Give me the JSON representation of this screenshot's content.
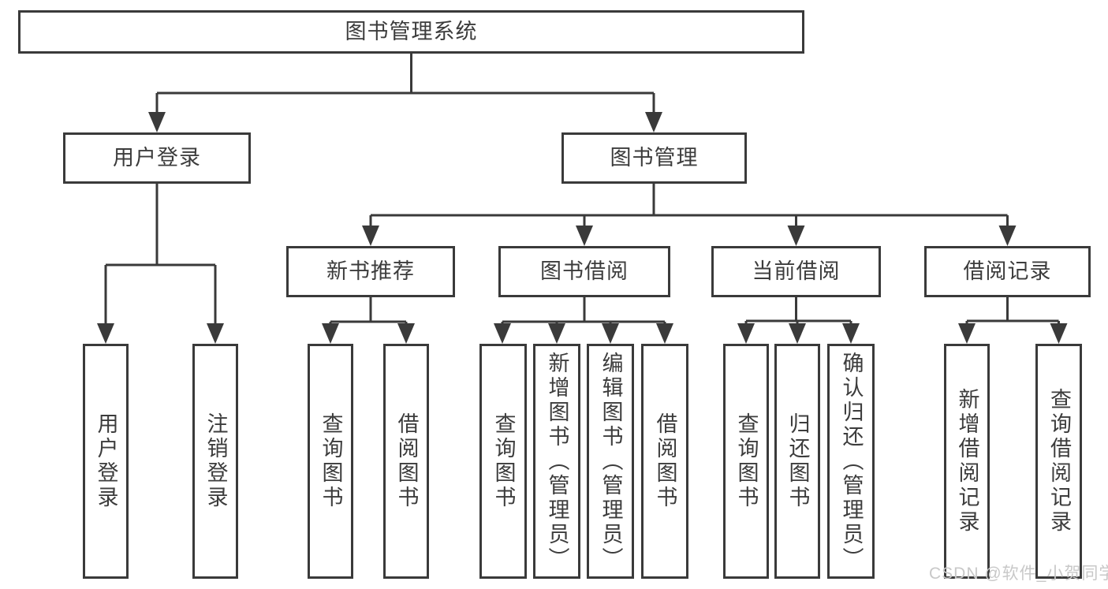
{
  "colors": {
    "line": "#3a3a3a",
    "box_border": "#3a3a3a",
    "text": "#3c3c3c",
    "background": "#ffffff",
    "watermark": "#c8c8c8"
  },
  "watermark": {
    "text": "CSDN @软件_小贺同学"
  },
  "tree": {
    "root": {
      "label": "图书管理系统"
    },
    "branches": [
      {
        "label": "用户登录",
        "children": [
          {
            "label": "用户登录"
          },
          {
            "label": "注销登录"
          }
        ]
      },
      {
        "label": "图书管理",
        "children": [
          {
            "label": "新书推荐",
            "children": [
              {
                "label": "查询图书"
              },
              {
                "label": "借阅图书"
              }
            ]
          },
          {
            "label": "图书借阅",
            "children": [
              {
                "label": "查询图书"
              },
              {
                "label": "新增图书（管理员）"
              },
              {
                "label": "编辑图书（管理员）"
              },
              {
                "label": "借阅图书"
              }
            ]
          },
          {
            "label": "当前借阅",
            "children": [
              {
                "label": "查询图书"
              },
              {
                "label": "归还图书"
              },
              {
                "label": "确认归还（管理员）"
              }
            ]
          },
          {
            "label": "借阅记录",
            "children": [
              {
                "label": "新增借阅记录"
              },
              {
                "label": "查询借阅记录"
              }
            ]
          }
        ]
      }
    ]
  }
}
